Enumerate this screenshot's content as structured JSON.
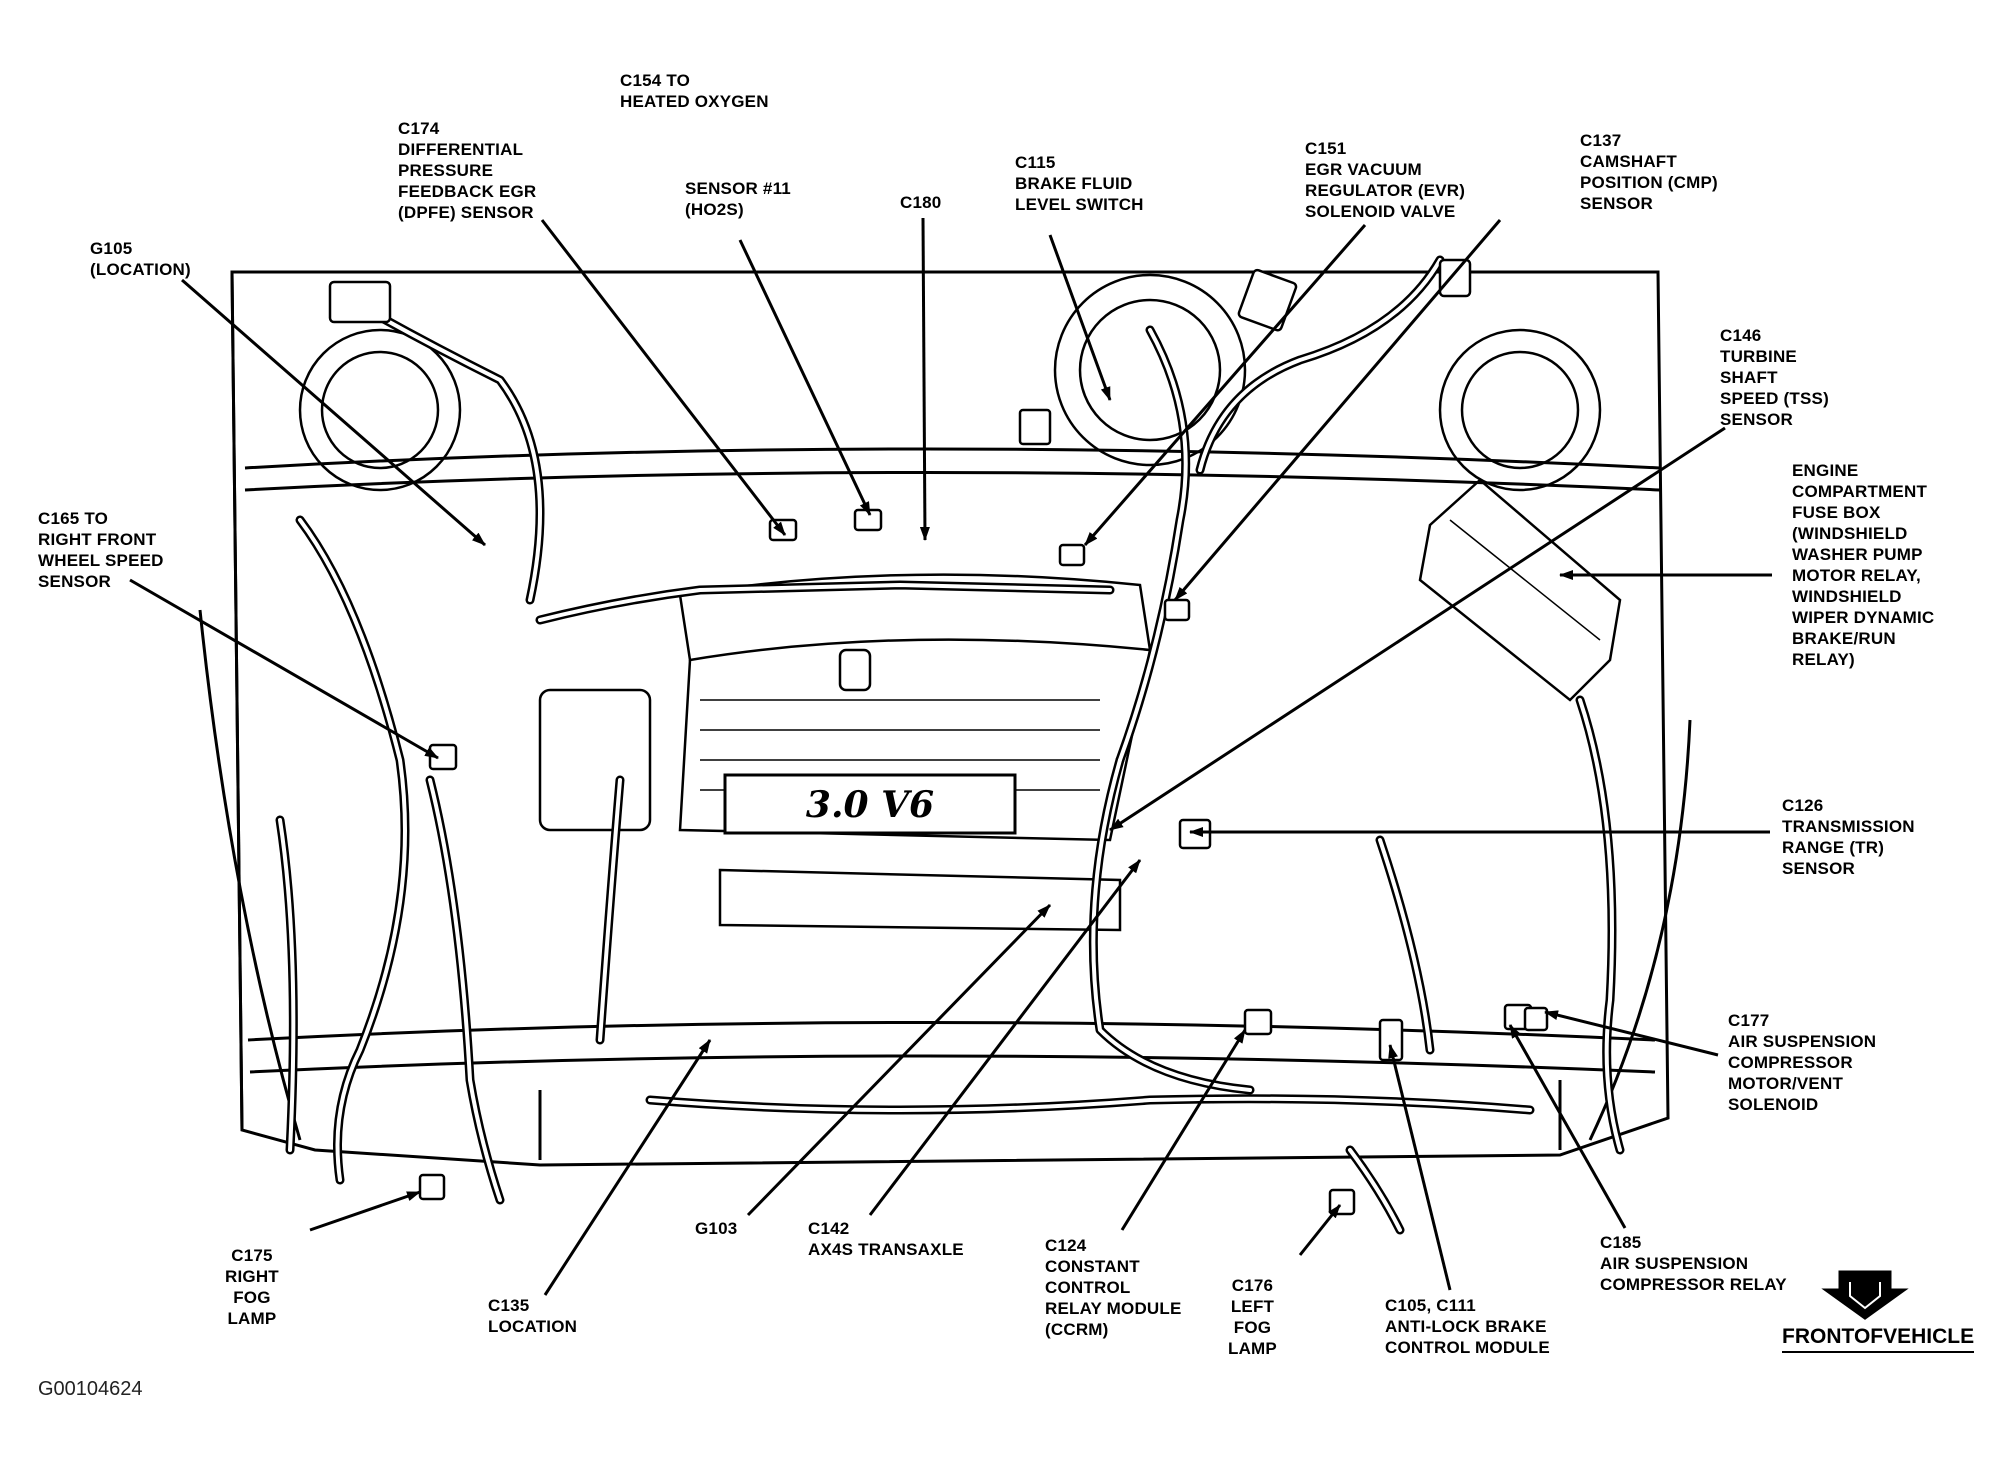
{
  "figure_id": "G00104624",
  "engine_badge": "3.0 V6",
  "front_label": "FRONTOFVEHICLE",
  "labels": {
    "c154": "C154 TO\nHEATED OXYGEN",
    "c174": "C174\nDIFFERENTIAL\nPRESSURE\nFEEDBACK EGR\n(DPFE) SENSOR",
    "sensor11": "SENSOR #11\n(HO2S)",
    "c180": "C180",
    "c115": "C115\nBRAKE FLUID\nLEVEL SWITCH",
    "c151": "C151\nEGR VACUUM\nREGULATOR (EVR)\nSOLENOID VALVE",
    "c137": "C137\nCAMSHAFT\nPOSITION (CMP)\nSENSOR",
    "g105": "G105\n(LOCATION)",
    "c146": "C146\nTURBINE\nSHAFT\nSPEED (TSS)\nSENSOR",
    "fusebox": "ENGINE\nCOMPARTMENT\nFUSE BOX\n(WINDSHIELD\nWASHER PUMP\nMOTOR RELAY,\nWINDSHIELD\nWIPER DYNAMIC\nBRAKE/RUN\nRELAY)",
    "c165": "C165 TO\nRIGHT FRONT\nWHEEL SPEED\nSENSOR",
    "c126": "C126\nTRANSMISSION\nRANGE (TR)\nSENSOR",
    "c177": "C177\nAIR SUSPENSION\nCOMPRESSOR\nMOTOR/VENT\nSOLENOID",
    "c175": "C175\nRIGHT\nFOG\nLAMP",
    "c135": "C135\nLOCATION",
    "g103": "G103",
    "c142": "C142\nAX4S TRANSAXLE",
    "c124": "C124\nCONSTANT\nCONTROL\nRELAY MODULE\n(CCRM)",
    "c176": "C176\nLEFT\nFOG\nLAMP",
    "c105": "C105, C111\nANTI-LOCK BRAKE\nCONTROL MODULE",
    "c185": "C185\nAIR SUSPENSION\nCOMPRESSOR RELAY"
  }
}
